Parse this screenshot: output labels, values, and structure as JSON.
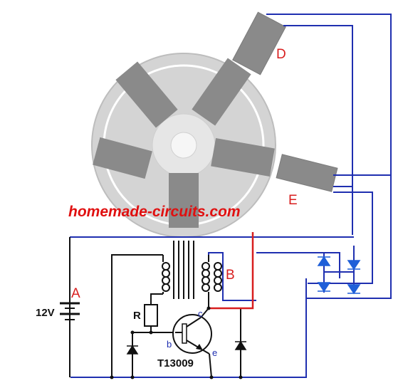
{
  "watermark": "homemade-circuits.com",
  "labels": {
    "D": "D",
    "E": "E",
    "A": "A",
    "B": "B",
    "voltage": "12V",
    "R": "R",
    "c": "c",
    "b": "b",
    "e": "e",
    "transistor": "T13009"
  },
  "colors": {
    "wire_black": "#111111",
    "wire_blue": "#1f2fb0",
    "wire_red": "#d81e1e",
    "disc": "#d4d4d4",
    "magnet": "#8a8a8a",
    "diode": "#1f5fd8"
  }
}
